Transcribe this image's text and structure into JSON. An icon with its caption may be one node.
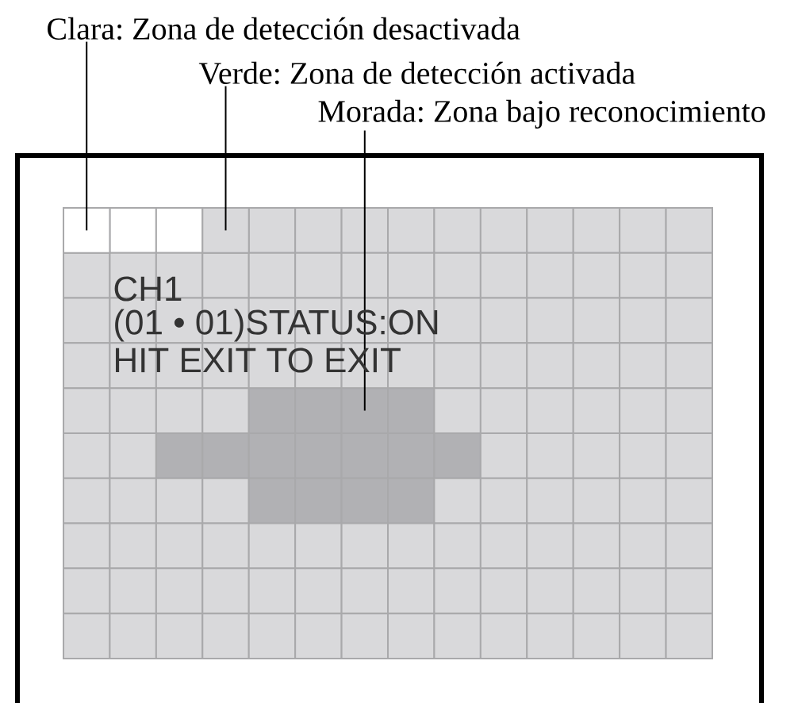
{
  "diagram": {
    "nodes": [
      {
        "text": [
          "Clara: Zona de detección desactivada"
        ]
      },
      {
        "text": [
          "Verde: Zona de detección activada"
        ]
      },
      {
        "text": [
          "Morada: Zona bajo reconocimiento"
        ]
      },
      {
        "text": [],
        "shape": "box"
      },
      {
        "text": [],
        "shape": "box"
      },
      {
        "text": [],
        "shape": "box"
      }
    ],
    "edges": [
      {
        "from": 0,
        "to": 3,
        "arrow": "none"
      },
      {
        "from": 1,
        "to": 4,
        "arrow": "none"
      },
      {
        "from": 2,
        "to": 5,
        "arrow": "none"
      }
    ],
    "labels": [
      "CH1",
      "(01 • 01)STATUS:ON",
      "HIT EXIT TO EXIT"
    ]
  }
}
